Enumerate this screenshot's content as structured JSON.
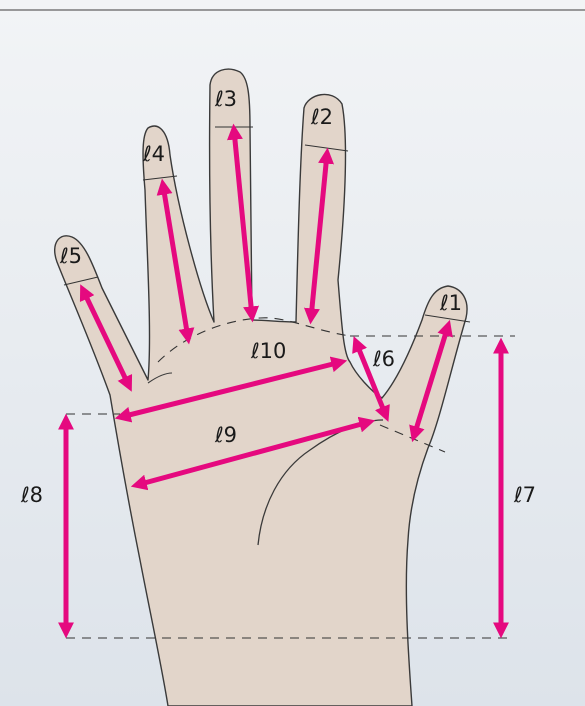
{
  "colors": {
    "background_top": "#f2f4f6",
    "background_bottom": "#dde3ea",
    "skin": "#e2d5ca",
    "outline": "#3a3a3a",
    "arrow": "#e5097f",
    "guide": "#333333"
  },
  "labels": {
    "l1": "ℓ1",
    "l2": "ℓ2",
    "l3": "ℓ3",
    "l4": "ℓ4",
    "l5": "ℓ5",
    "l6": "ℓ6",
    "l7": "ℓ7",
    "l8": "ℓ8",
    "l9": "ℓ9",
    "l10": "ℓ10"
  }
}
